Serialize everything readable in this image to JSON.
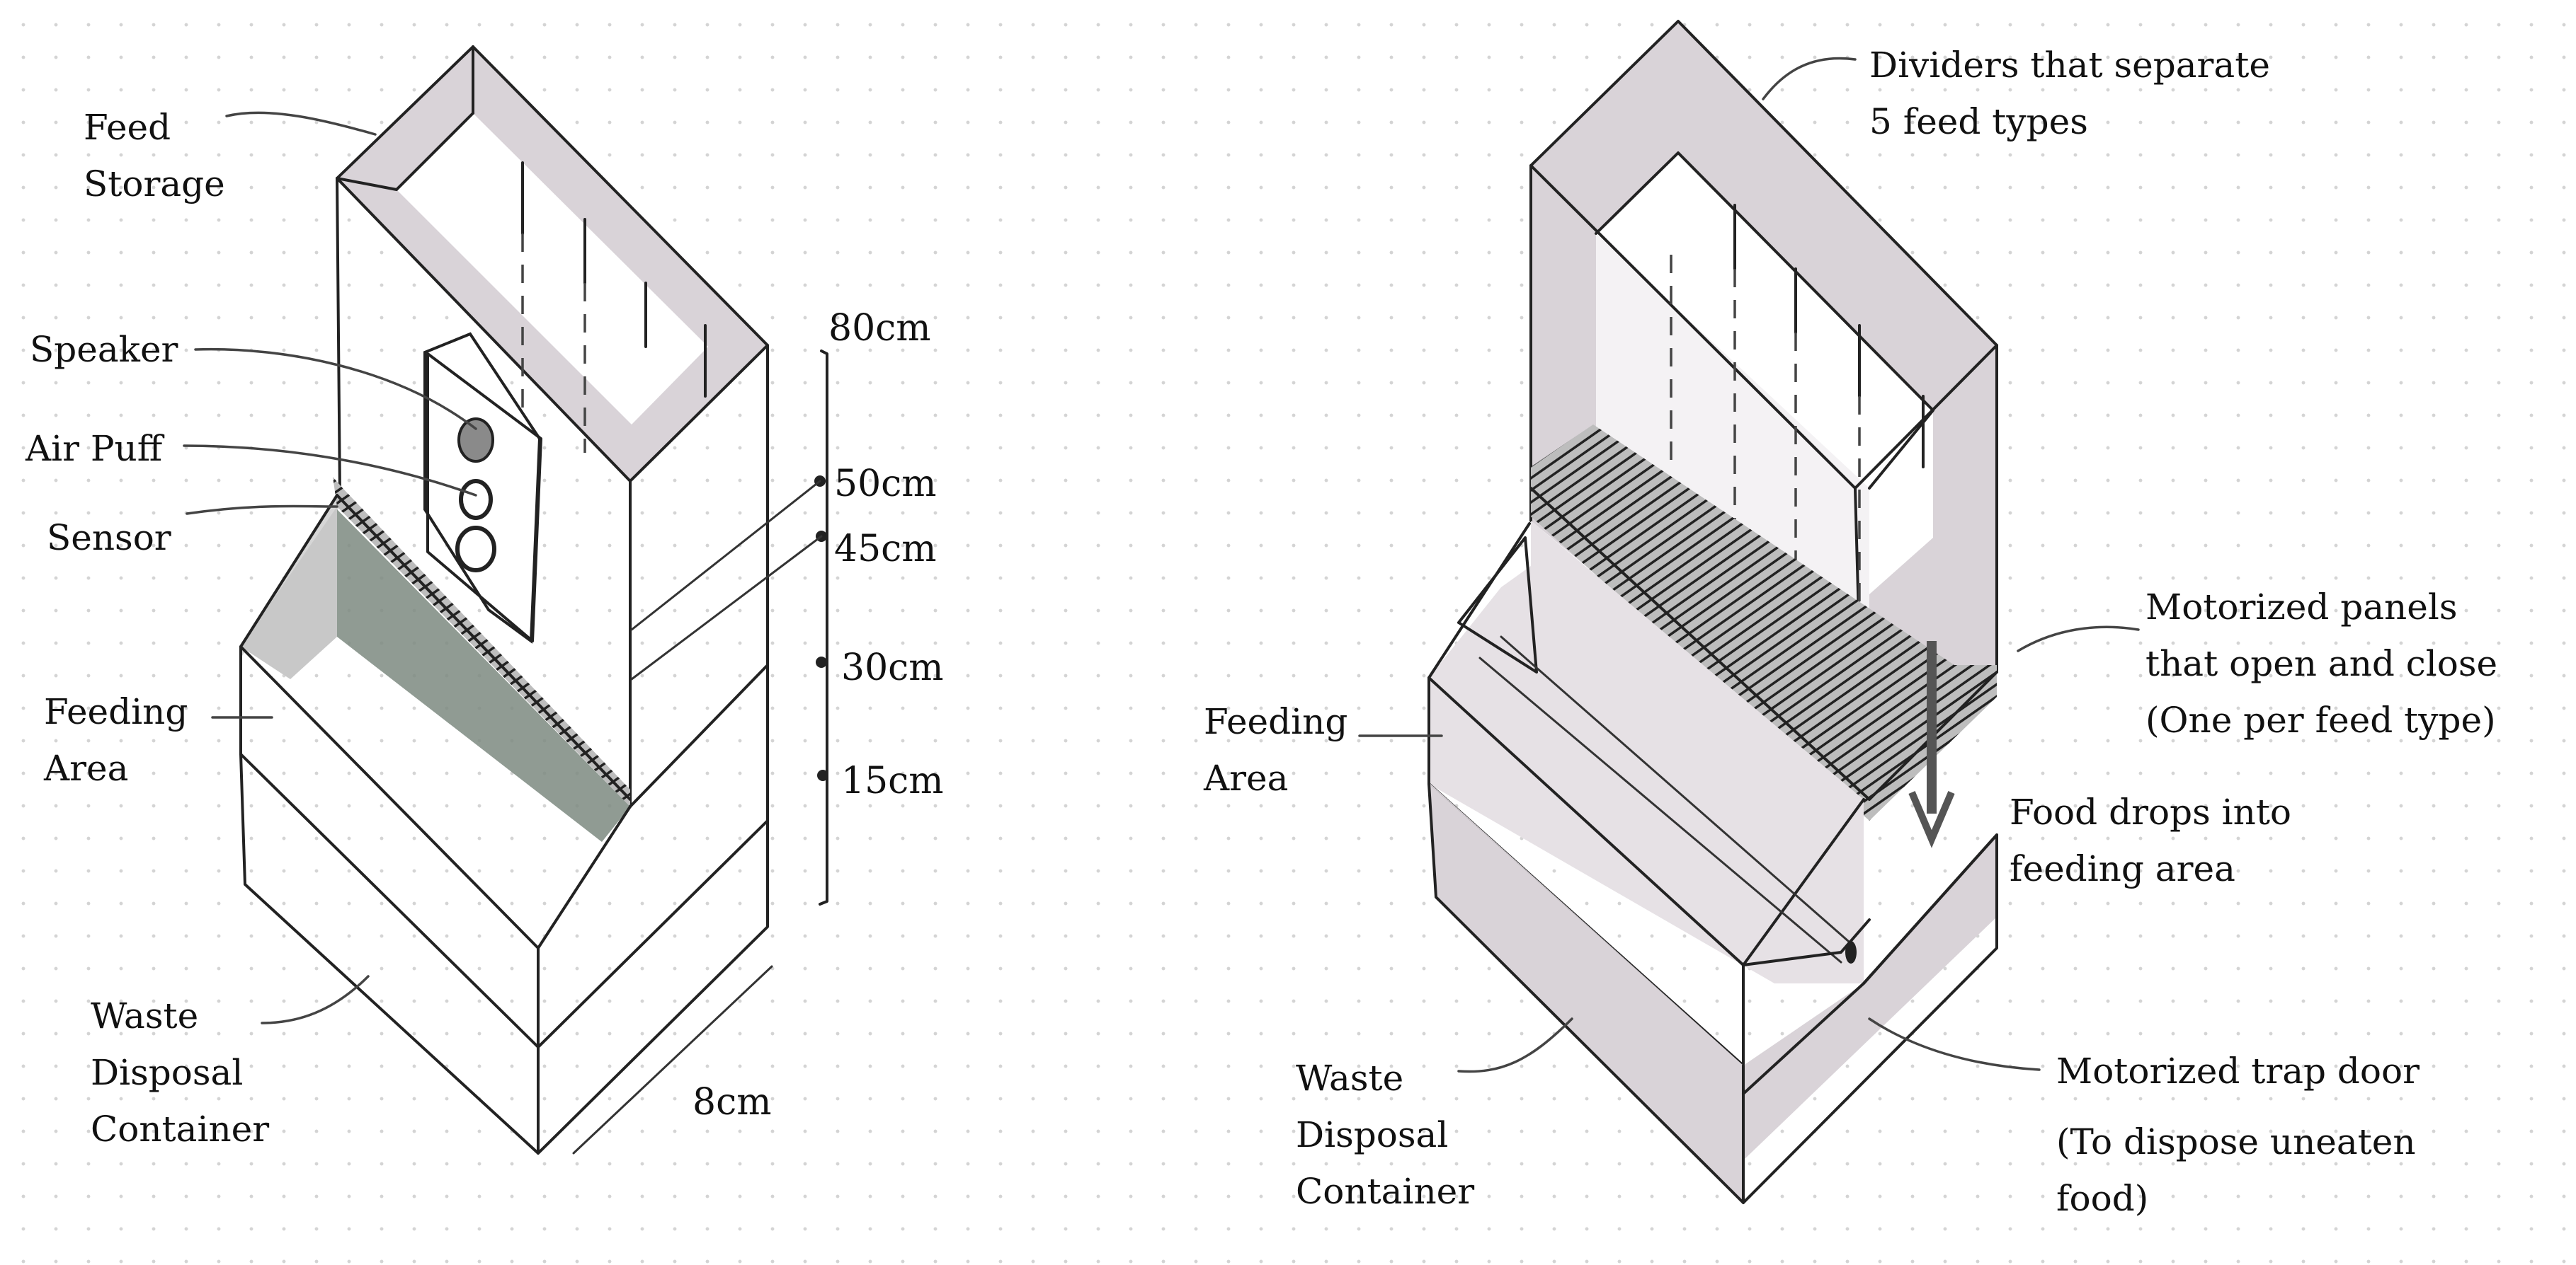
{
  "left_diagram": {
    "labels": {
      "feed_storage": [
        "Feed",
        "Storage"
      ],
      "speaker": "Speaker",
      "air_puff": "Air Puff",
      "sensor": "Sensor",
      "feeding_area": [
        "Feeding",
        "Area"
      ],
      "waste_container": [
        "Waste",
        "Disposal",
        "Container"
      ]
    },
    "dimensions": {
      "h80": "80cm",
      "h50": "50cm",
      "h45": "45cm",
      "h30": "30cm",
      "h15": "15cm",
      "w8": "8cm"
    }
  },
  "right_diagram": {
    "labels": {
      "dividers": [
        "Dividers that separate",
        "5 feed types"
      ],
      "motorized_panels": [
        "Motorized panels",
        "that open and close",
        "(One per feed type)"
      ],
      "food_drops": [
        "Food drops into",
        "feeding area"
      ],
      "feeding_area": [
        "Feeding",
        "Area"
      ],
      "waste_container": [
        "Waste",
        "Disposal",
        "Container"
      ],
      "trap_door": "Motorized trap door",
      "trap_door_note": [
        "(To dispose uneaten",
        "food)"
      ]
    }
  },
  "colors": {
    "line": "#222222",
    "panel_shade": "#d9d3d8",
    "feeding_tray": "#7d8a80",
    "hatch": "#333333"
  }
}
